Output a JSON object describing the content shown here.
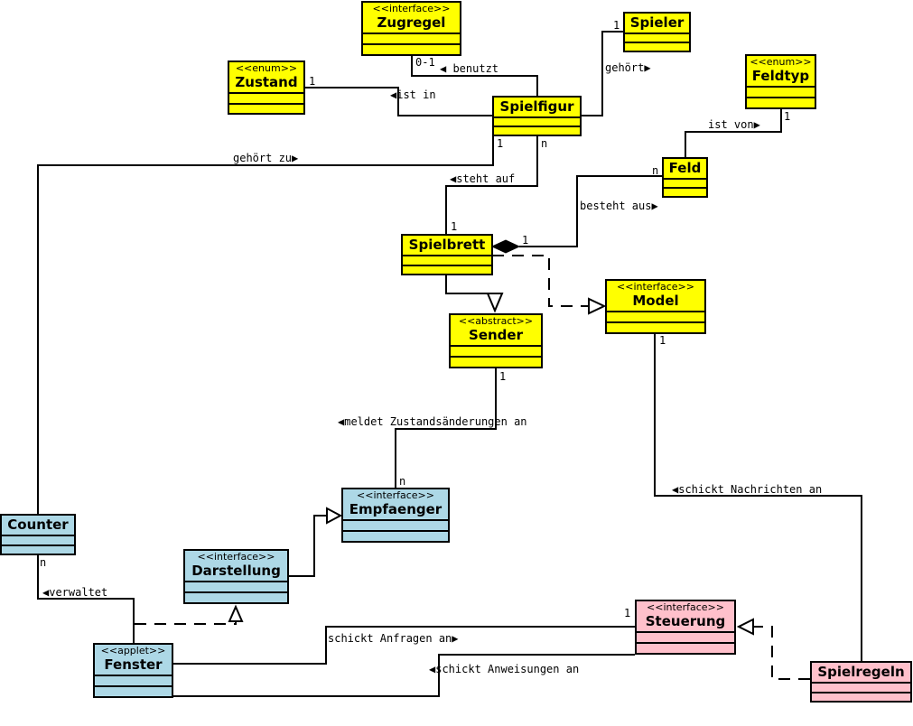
{
  "classes": {
    "zugregel": {
      "stereotype": "<<interface>>",
      "name": "Zugregel"
    },
    "spieler": {
      "stereotype": "",
      "name": "Spieler"
    },
    "zustand": {
      "stereotype": "<<enum>>",
      "name": "Zustand"
    },
    "feldtyp": {
      "stereotype": "<<enum>>",
      "name": "Feldtyp"
    },
    "spielfigur": {
      "stereotype": "",
      "name": "Spielfigur"
    },
    "feld": {
      "stereotype": "",
      "name": "Feld"
    },
    "spielbrett": {
      "stereotype": "",
      "name": "Spielbrett"
    },
    "model": {
      "stereotype": "<<interface>>",
      "name": "Model"
    },
    "sender": {
      "stereotype": "<<abstract>>",
      "name": "Sender"
    },
    "empfaenger": {
      "stereotype": "<<interface>>",
      "name": "Empfaenger"
    },
    "counter": {
      "stereotype": "",
      "name": "Counter"
    },
    "darstellung": {
      "stereotype": "<<interface>>",
      "name": "Darstellung"
    },
    "steuerung": {
      "stereotype": "<<interface>>",
      "name": "Steuerung"
    },
    "fenster": {
      "stereotype": "<<applet>>",
      "name": "Fenster"
    },
    "spielregeln": {
      "stereotype": "",
      "name": "Spielregeln"
    }
  },
  "associations": {
    "benutzt": "◀ benutzt",
    "gehoert": "gehört▶",
    "ist_in": "◀ist in",
    "ist_von": "ist von▶",
    "gehoert_zu": "gehört zu▶",
    "steht_auf": "◀steht auf",
    "besteht_aus": "besteht aus▶",
    "meldet": "◀meldet Zustandsänderungen an",
    "schickt_nachrichten": "◀schickt Nachrichten an",
    "verwaltet": "◀verwaltet",
    "schickt_anfragen": "schickt Anfragen an▶",
    "schickt_anweisungen": "◀schickt Anweisungen an"
  },
  "multiplicities": {
    "zugregel_benutzt": "0-1",
    "spieler_gehoert": "1",
    "zustand_ist_in": "1",
    "feldtyp_ist_von": "1",
    "spielfigur_gehoert_zu": "1",
    "spielfigur_steht_auf": "n",
    "feld_besteht_aus": "n",
    "spielbrett_steht_auf": "1",
    "spielbrett_besteht_aus": "1",
    "model_schickt": "1",
    "sender_meldet": "1",
    "empfaenger_meldet": "n",
    "counter_verwaltet": "n",
    "steuerung_anfragen": "1"
  },
  "colors": {
    "model_classes": "#ffff00",
    "view_classes": "#add8e6",
    "control_classes": "#ffc0cb",
    "lines": "#000000"
  }
}
